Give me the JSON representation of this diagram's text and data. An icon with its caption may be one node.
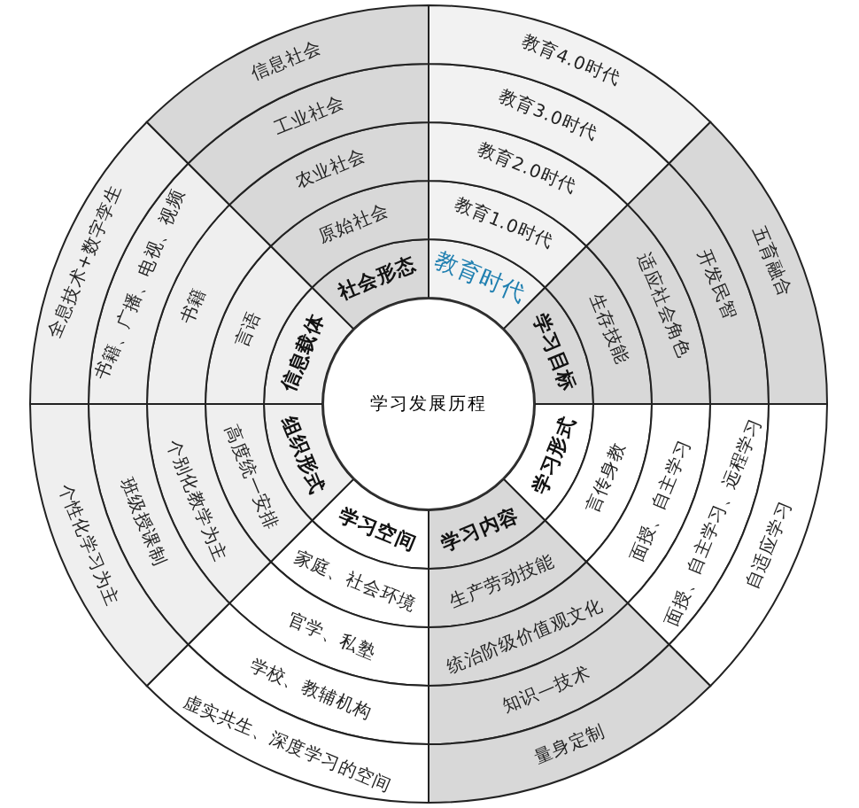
{
  "diagram": {
    "nodes": [
      {
        "text": [
          "学习发展历程"
        ]
      },
      {
        "text": [
          "教育时代"
        ]
      },
      {
        "text": [
          "教育1.0时代"
        ]
      },
      {
        "text": [
          "教育2.0时代"
        ]
      },
      {
        "text": [
          "教育3.0时代"
        ]
      },
      {
        "text": [
          "教育4.0时代"
        ]
      },
      {
        "text": [
          "学习目标"
        ]
      },
      {
        "text": [
          "生存技能"
        ]
      },
      {
        "text": [
          "适应社会角色"
        ]
      },
      {
        "text": [
          "开发民智"
        ]
      },
      {
        "text": [
          "五育融合"
        ]
      },
      {
        "text": [
          "学习形式"
        ]
      },
      {
        "text": [
          "言传身教"
        ]
      },
      {
        "text": [
          "面授、自主学习"
        ]
      },
      {
        "text": [
          "面授、自主学习、远程学习"
        ]
      },
      {
        "text": [
          "自适应学习"
        ]
      },
      {
        "text": [
          "学习内容"
        ]
      },
      {
        "text": [
          "生产劳动技能"
        ]
      },
      {
        "text": [
          "统治阶级价值观文化"
        ]
      },
      {
        "text": [
          "知识—技术"
        ]
      },
      {
        "text": [
          "量身定制"
        ]
      },
      {
        "text": [
          "学习空间"
        ]
      },
      {
        "text": [
          "家庭、社会环境"
        ]
      },
      {
        "text": [
          "官学、私塾"
        ]
      },
      {
        "text": [
          "学校、教辅机构"
        ]
      },
      {
        "text": [
          "虚实共生、深度学习的空间"
        ]
      },
      {
        "text": [
          "组织形式"
        ]
      },
      {
        "text": [
          "高度统一安排"
        ]
      },
      {
        "text": [
          "个别化教学为主"
        ]
      },
      {
        "text": [
          "班级授课制"
        ]
      },
      {
        "text": [
          "个性化学习为主"
        ]
      },
      {
        "text": [
          "信息载体"
        ]
      },
      {
        "text": [
          "言语"
        ]
      },
      {
        "text": [
          "书籍"
        ]
      },
      {
        "text": [
          "书籍、广播、电视、视频"
        ]
      },
      {
        "text": [
          "全息技术+数字孪生"
        ]
      },
      {
        "text": [
          "社会形态"
        ]
      },
      {
        "text": [
          "原始社会"
        ]
      },
      {
        "text": [
          "农业社会"
        ]
      },
      {
        "text": [
          "工业社会"
        ]
      },
      {
        "text": [
          "信息社会"
        ]
      }
    ]
  }
}
